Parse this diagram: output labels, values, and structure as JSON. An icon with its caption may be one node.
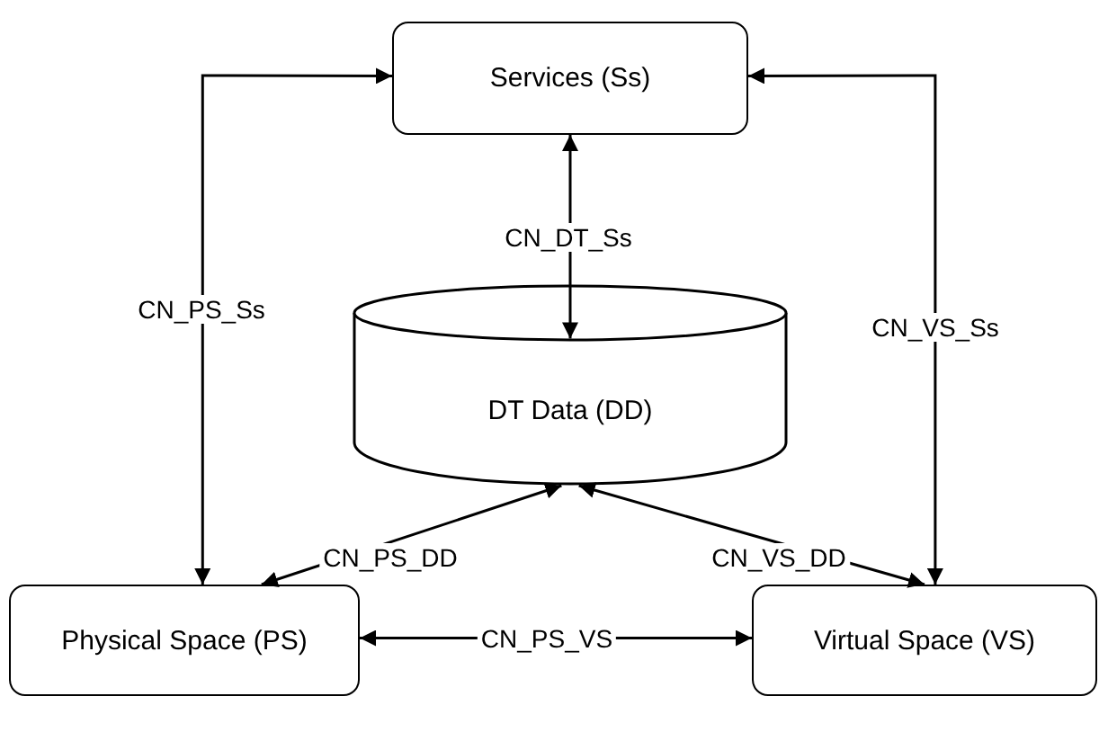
{
  "diagram": {
    "nodes": [
      {
        "text": [
          "Services (Ss)"
        ]
      },
      {
        "text": [
          "DT Data (DD)"
        ]
      },
      {
        "text": [
          "Physical Space (PS)"
        ]
      },
      {
        "text": [
          "Virtual Space (VS)"
        ]
      }
    ],
    "edges": [
      {
        "from": 0,
        "to": 1,
        "arrow": "both",
        "label": "CN_DT_Ss"
      },
      {
        "from": 2,
        "to": 0,
        "arrow": "both",
        "label": "CN_PS_Ss"
      },
      {
        "from": 3,
        "to": 0,
        "arrow": "both",
        "label": "CN_VS_Ss"
      },
      {
        "from": 2,
        "to": 1,
        "arrow": "both",
        "label": "CN_PS_DD"
      },
      {
        "from": 3,
        "to": 1,
        "arrow": "both",
        "label": "CN_VS_DD"
      },
      {
        "from": 2,
        "to": 3,
        "arrow": "both",
        "label": "CN_PS_VS"
      }
    ]
  }
}
